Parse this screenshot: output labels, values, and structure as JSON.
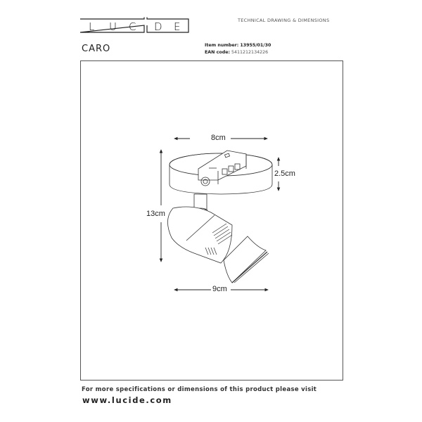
{
  "header": {
    "brand": "LUCIDE",
    "brand_letters": [
      "L",
      "U",
      "C",
      "I",
      "D",
      "E"
    ],
    "document_type": "TECHNICAL DRAWING & DIMENSIONS",
    "product_name": "CARO",
    "item_number_label": "Item number:",
    "item_number": "13955/01/30",
    "ean_label": "EAN code:",
    "ean_code": "5411212134226"
  },
  "drawing": {
    "subject": "ceiling spot lamp with round base and angled lamp head",
    "dimensions": {
      "base_width": "8cm",
      "base_height": "2.5cm",
      "total_height": "13cm",
      "head_width": "9cm"
    }
  },
  "footer": {
    "info_text": "For more specifications or dimensions of this product please visit",
    "website": "www.lucide.com"
  }
}
